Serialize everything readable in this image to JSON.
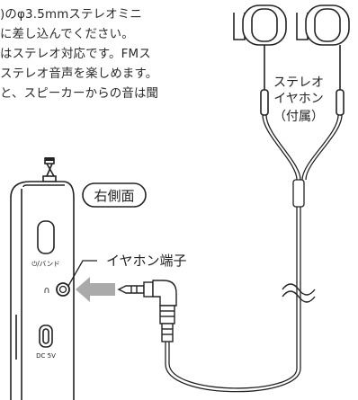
{
  "instructions": {
    "lines": [
      ")のφ3.5mmステレオミニ",
      "に差し込んでください。",
      "はステレオ対応です。FMス",
      "ステレオ音声を楽しめます。",
      "と、スピーカーからの音は聞"
    ]
  },
  "diagram": {
    "earphone_label": [
      "ステレオ",
      "イヤホン",
      "（付属）"
    ],
    "right_side_label": "右側面",
    "jack_label": "イヤホン端子",
    "power_band_label": "⏻/バンド",
    "dc_label": "DC 5V",
    "headphone_symbol": "🎧"
  }
}
